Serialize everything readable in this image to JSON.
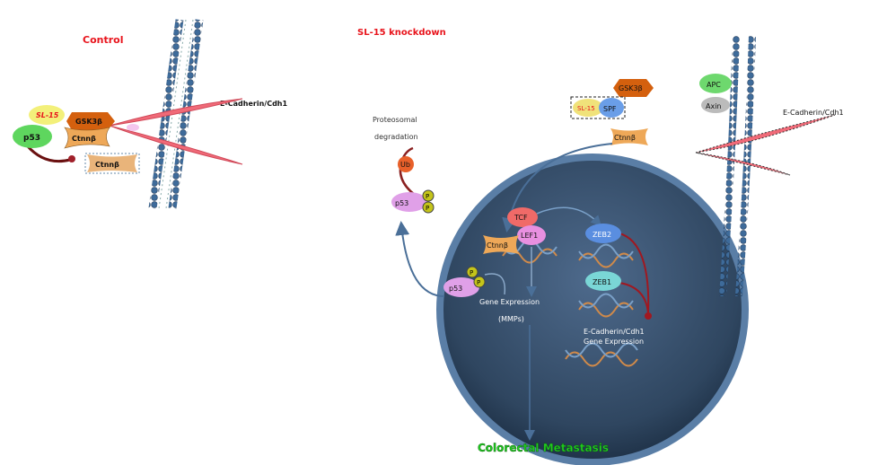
{
  "panels": {
    "control": {
      "title": "Control",
      "cadherin_label": "E-Cadherin/Cdh1",
      "proteins": {
        "sl15": "SL-15",
        "gsk3b": "GSK3β",
        "ctnnb": "Ctnnβ",
        "p53": "p53",
        "ctnnb2": "Ctnnβ"
      }
    },
    "knockdown": {
      "title": "SL-15 knockdown",
      "cadherin_label": "E-Cadherin/Cdh1",
      "degradation_line1": "Proteosomal",
      "degradation_line2": "degradation",
      "proteins": {
        "gsk3b": "GSK3β",
        "sl15": "SL-15",
        "spf": "SPF",
        "ctnnb_cyto": "Ctnnβ",
        "apc": "APC",
        "axin": "Axin",
        "ub": "Ub",
        "p53_cyto": "p53",
        "p": "P",
        "tcf": "TCF",
        "lef1": "LEF1",
        "ctnnb_nuc": "Ctnnβ",
        "zeb2": "ZEB2",
        "zeb1": "ZEB1",
        "p53_nuc": "p53"
      },
      "gene_expression": "Gene Expression",
      "mmps": "(MMPs)",
      "cdh1_expr_line1": "E-Cadherin/Cdh1",
      "cdh1_expr_line2": "Gene Expression",
      "outcome": "Colorectal Metastasis"
    }
  },
  "colors": {
    "title_red": "#e8141c",
    "outcome_green": "#22cc22",
    "nucleus": "#3d5573",
    "membrane": "#3e6b9a",
    "cadherin": "#f06a78"
  }
}
